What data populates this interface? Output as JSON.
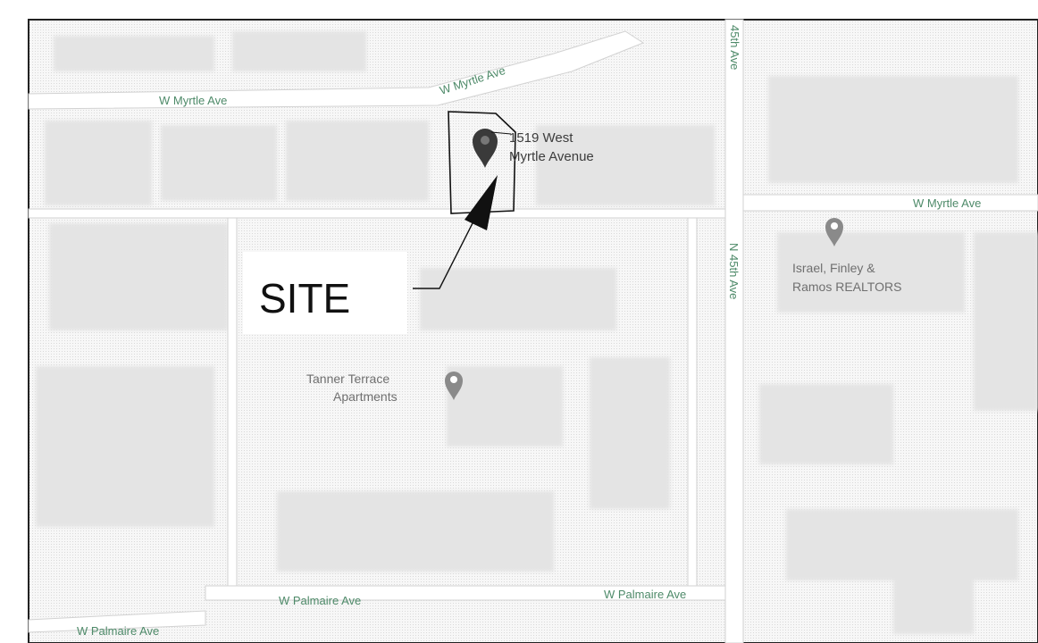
{
  "map": {
    "streets": {
      "myrtle_west": "W Myrtle Ave",
      "myrtle_diagonal": "W Myrtle Ave",
      "myrtle_east": "W Myrtle Ave",
      "avenue_top": "45th Ave",
      "avenue_mid": "N 45th Ave",
      "palmaire_mid": "W Palmaire Ave",
      "palmaire_right": "W Palmaire Ave",
      "palmaire_left": "W Palmaire Ave"
    },
    "site_address": {
      "line1": "1519 West",
      "line2": "Myrtle Avenue"
    },
    "site_callout": "SITE",
    "places": {
      "tanner": {
        "line1": "Tanner Terrace",
        "line2": "Apartments"
      },
      "israel": {
        "line1": "Israel, Finley &",
        "line2": "Ramos REALTORS"
      }
    },
    "icons": {
      "site_pin": "map-pin-icon",
      "place_pin": "map-pin-icon"
    },
    "colors": {
      "street_label": "#4e8a69",
      "pin_dark": "#3a3a3a",
      "pin_gray": "#8a8a8a",
      "block": "#e6e6e6"
    }
  }
}
